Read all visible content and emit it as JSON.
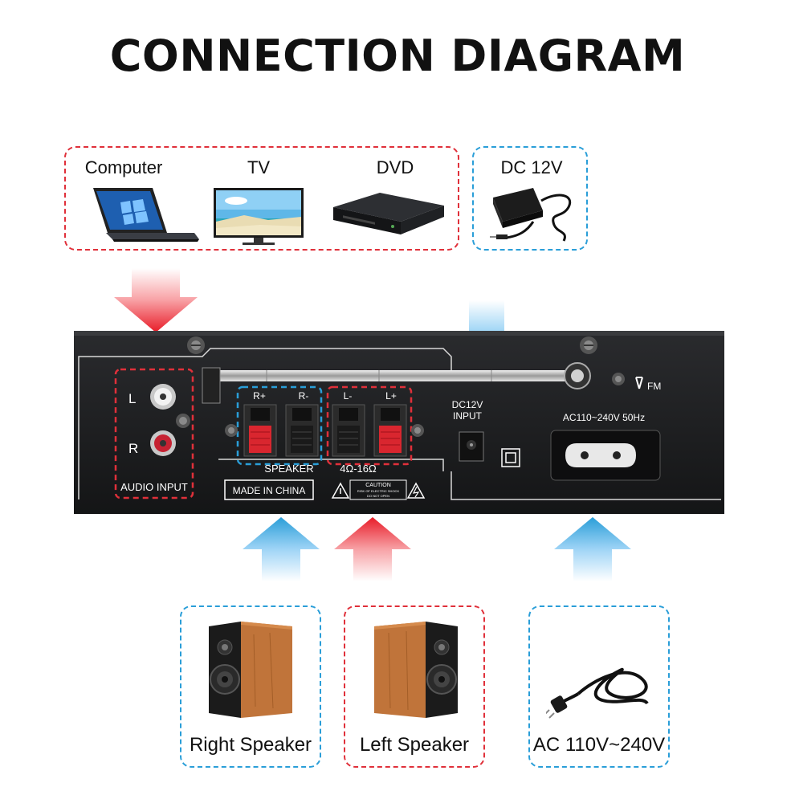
{
  "title": "CONNECTION DIAGRAM",
  "sources": {
    "computer": "Computer",
    "tv": "TV",
    "dvd": "DVD",
    "dc": "DC 12V"
  },
  "panel": {
    "l": "L",
    "r": "R",
    "audio_input": "AUDIO INPUT",
    "r_plus": "R+",
    "r_minus": "R-",
    "l_minus": "L-",
    "l_plus": "L+",
    "speaker": "SPEAKER",
    "impedance": "4Ω-16Ω",
    "made_in": "MADE IN CHINA",
    "caution": "CAUTION",
    "caution_line1": "RISK OF ELECTRIC SHOCK",
    "caution_line2": "DO NOT OPEN",
    "dc_input_line1": "DC12V",
    "dc_input_line2": "INPUT",
    "ac_label": "AC110~240V 50Hz",
    "fm": "FM"
  },
  "outputs": {
    "right_speaker": "Right Speaker",
    "left_speaker": "Left Speaker",
    "ac": "AC 110V~240V"
  },
  "colors": {
    "red": "#e0303a",
    "blue": "#2a9ed8",
    "panel": "#1b1c1e"
  }
}
